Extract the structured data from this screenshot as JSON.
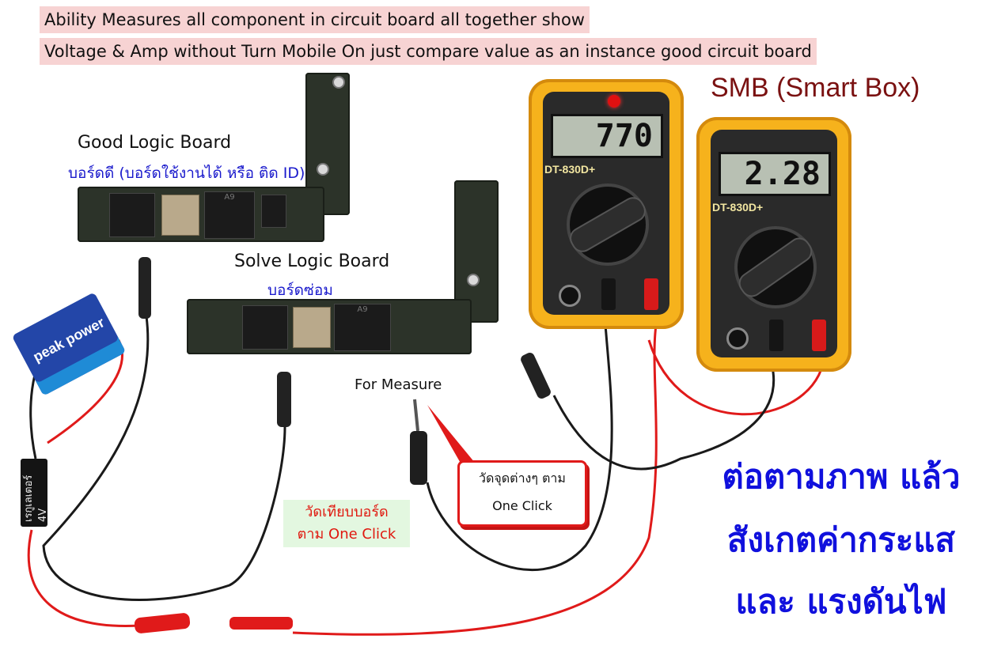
{
  "banner": {
    "line1": "Ability Measures all component in circuit board all together show",
    "line2": "Voltage & Amp without Turn Mobile On  just compare value as an instance good circuit board"
  },
  "good_board": {
    "title": "Good Logic Board",
    "subtitle": "บอร์ดดี (บอร์ดใช้งานได้ หรือ ติด ID)"
  },
  "solve_board": {
    "title": "Solve Logic Board",
    "subtitle": "บอร์ดซ่อม"
  },
  "smb_title": "SMB (Smart Box)",
  "meter1": {
    "reading": "770",
    "model": "DT-830D+"
  },
  "meter2": {
    "reading": "2.28",
    "model": "DT-830D+"
  },
  "resistor_label": "เรกูเลเตอร์ 4V",
  "battery_label": "peak power",
  "for_measure": "For Measure",
  "callout": {
    "line1": "วัดจุดต่างๆ ตาม",
    "line2": "One Click"
  },
  "green_note": {
    "line1": "วัดเทียบบอร์ด",
    "line2": "ตาม One Click"
  },
  "instructions": {
    "line1": "ต่อตามภาพ แล้ว",
    "line2": "สังเกตค่ากระแส",
    "line3": "และ แรงดันไฟ"
  },
  "colors": {
    "wire_red": "#e01a1a",
    "wire_black": "#1a1a1a",
    "thai_blue": "#1010dd",
    "meter_yellow": "#f6b21c"
  }
}
